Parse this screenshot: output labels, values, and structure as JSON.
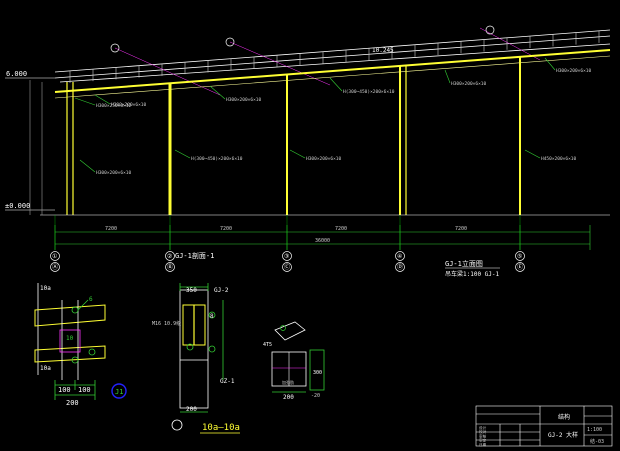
{
  "drawing": {
    "colors": {
      "background": "#000000",
      "steel": "#ffff33",
      "dimension": "#33cc33",
      "outline": "#ffffff",
      "annotation": "#cccccc",
      "detail": "#ff33ff",
      "grid": "#00cc00",
      "bubble": "#2222ff"
    },
    "elevations": {
      "top": "6.000",
      "bottom": "±0.000"
    },
    "roof_mark": "10.245",
    "frame_title": "GJ-1立面图",
    "frame_subtitle": "吊车梁1:100 GJ-1",
    "column_label": "GJ-1剖面-1",
    "member_labels": [
      "H300×250×8×12",
      "H300×200×6×10",
      "H(300~450)×200×6×10",
      "H300×200×6×10",
      "H(300~450)×200×6×10",
      "H300×200×6×10",
      "H450×200×6×10",
      "H300×200×6×10",
      "H300×200×6×10",
      "H300×200×6×10"
    ],
    "axis_top": [
      "①",
      "②",
      "③",
      "④",
      "⑤"
    ],
    "axis_bottom": [
      "Ⓐ",
      "Ⓑ",
      "Ⓒ",
      "Ⓓ",
      "Ⓔ"
    ],
    "dims": {
      "bay1": "7200",
      "bay2": "7200",
      "bay3": "7200",
      "bay4": "7200",
      "total": "36000",
      "d1_a": "100",
      "d1_b": "100",
      "d1_total": "200",
      "d1_t": "10",
      "d2_w": "200",
      "d2_h": "350",
      "d3_w": "200",
      "d3_h": "300"
    },
    "detail_labels": {
      "d1_top": "10a",
      "d1_bottom": "10a",
      "d1_pl": "6",
      "d1_mark": "J1",
      "d2_title": "10a—10a",
      "d2_ref": "GJ-2",
      "d2_bolt": "M16 10.9级",
      "d2_pl": "8",
      "d2_gz": "GZ-1",
      "d3_mark": "4T5",
      "d3_base": "-20",
      "d3_label": "加劲肋"
    },
    "title_block": {
      "drawing_name": "GJ-2 大样",
      "company": "结构",
      "sheet_no": "结-03",
      "scale": "1:100",
      "rows": [
        "设计",
        "校对",
        "审核",
        "审定",
        "日期"
      ]
    }
  }
}
